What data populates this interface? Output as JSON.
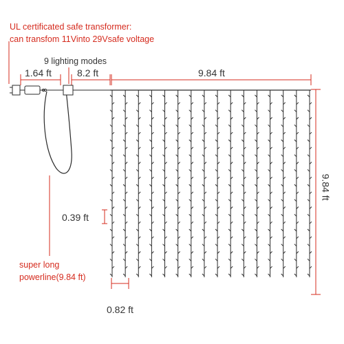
{
  "annotations": {
    "transformer_line1": "UL certificated safe transformer:",
    "transformer_line2": "can transfom 11Vinto 29Vsafe voltage",
    "lighting_modes": "9 lighting modes",
    "lead_length": "1.64 ft",
    "controller_length": "8.2 ft",
    "curtain_width": "9.84 ft",
    "curtain_height": "9.84 ft",
    "bulb_spacing": "0.39 ft",
    "strand_spacing": "0.82 ft",
    "powerline_line1": "super long",
    "powerline_line2": "powerline(9.84 ft)"
  },
  "curtain": {
    "strand_count": 16,
    "bulbs_per_strand": 25
  },
  "colors": {
    "label_red": "#d52b1e",
    "label_dark": "#333333",
    "wire": "#2a2a2a",
    "dimension_red": "#d52b1e"
  }
}
